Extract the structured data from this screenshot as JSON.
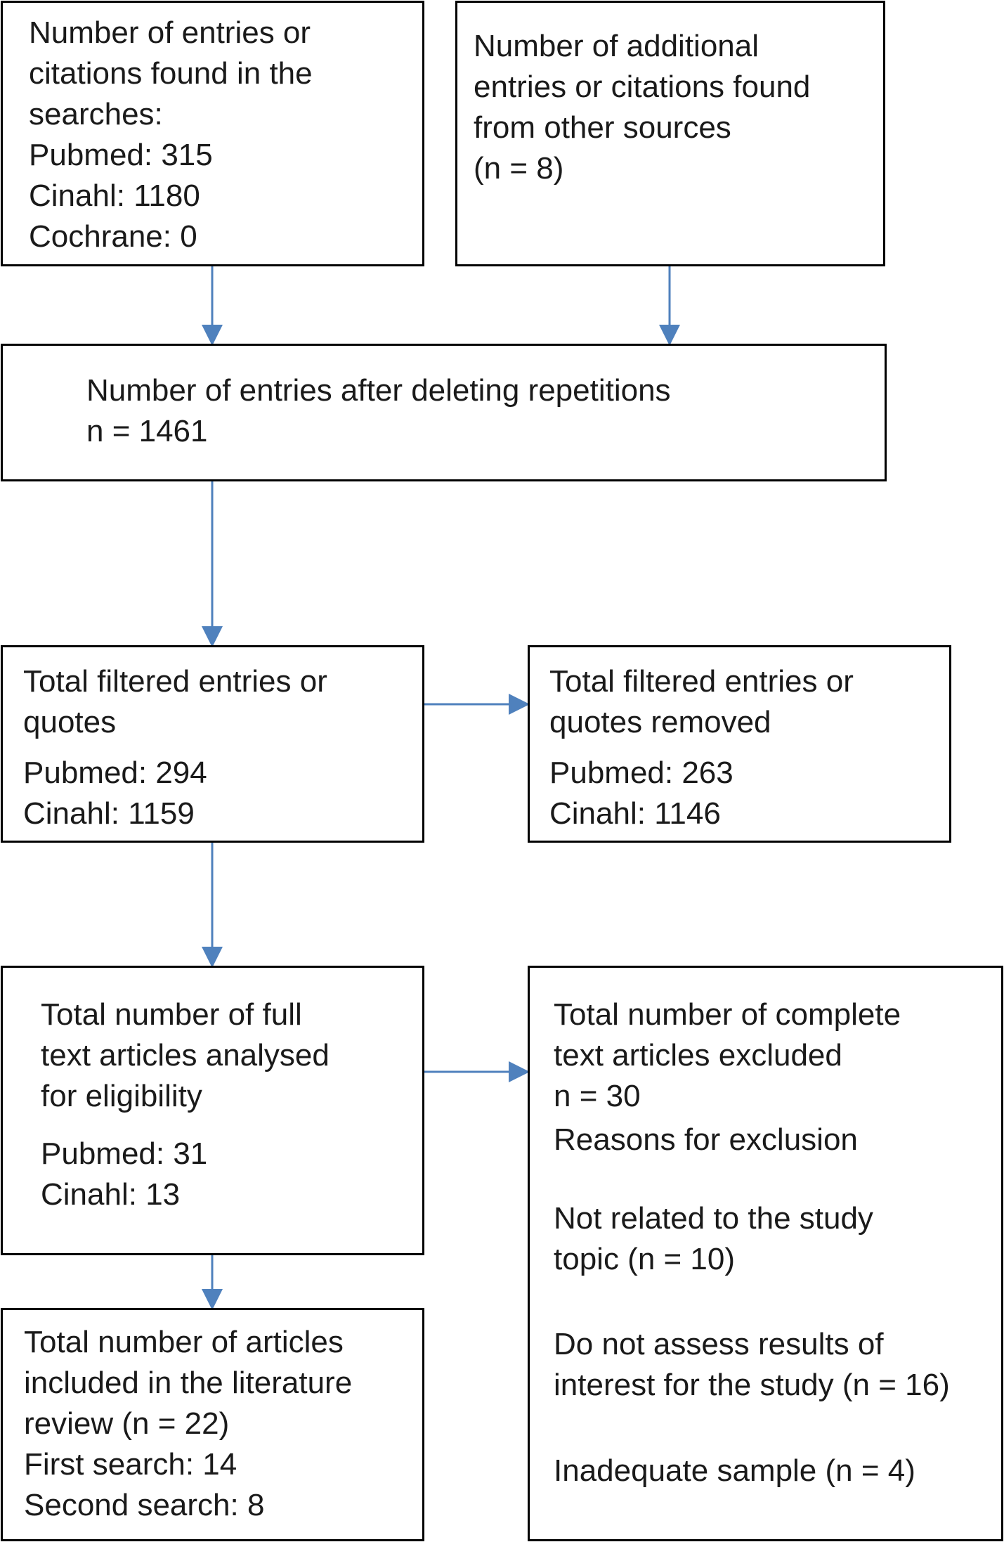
{
  "boxes": {
    "searches": {
      "lines": [
        "Number of entries or",
        "citations found in the",
        "searches:"
      ],
      "counts": [
        "Pubmed: 315",
        "Cinahl: 1180",
        "Cochrane: 0"
      ]
    },
    "additional": {
      "lines": [
        "Number of additional",
        "entries or citations found",
        "from other sources",
        "(n = 8)"
      ]
    },
    "deduplicated": {
      "lines": [
        "Number of entries after deleting repetitions",
        "n = 1461"
      ]
    },
    "filtered": {
      "lines": [
        "Total filtered entries or",
        "quotes"
      ],
      "counts": [
        "Pubmed: 294",
        "Cinahl: 1159"
      ]
    },
    "removed": {
      "lines": [
        "Total filtered entries or",
        "quotes removed"
      ],
      "counts": [
        "Pubmed: 263",
        "Cinahl: 1146"
      ]
    },
    "fulltext": {
      "lines": [
        "Total number of full",
        "text articles analysed",
        "for eligibility"
      ],
      "counts": [
        "Pubmed: 31",
        "Cinahl: 13"
      ]
    },
    "excluded": {
      "lines": [
        "Total number of complete",
        "text articles excluded",
        "n = 30"
      ],
      "reasons_title": "Reasons for exclusion",
      "reason1": [
        "Not related to the study",
        "topic (n = 10)"
      ],
      "reason2": [
        "Do not assess results of",
        "interest for the study (n = 16)"
      ],
      "reason3": "Inadequate sample (n = 4)"
    },
    "included": {
      "lines": [
        "Total number of articles",
        "included in the literature",
        "review (n = 22)",
        "First search: 14",
        "Second search: 8"
      ]
    }
  },
  "colors": {
    "arrow": "#4f81bd",
    "border": "#000000"
  }
}
